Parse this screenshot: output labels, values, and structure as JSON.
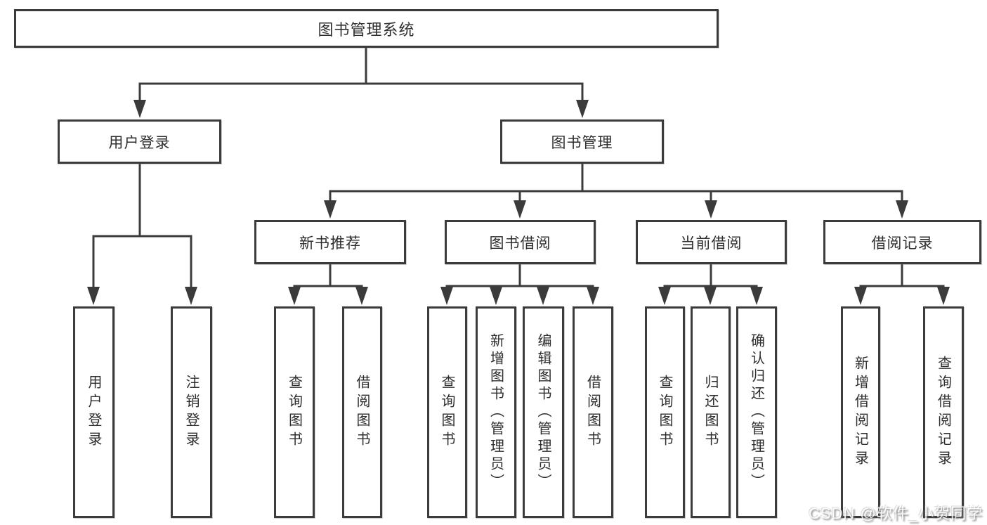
{
  "diagram": {
    "type": "hierarchy-diagram",
    "root": {
      "label": "图书管理系统"
    },
    "user_login": {
      "label": "用户登录",
      "children": [
        "用户登录",
        "注销登录"
      ]
    },
    "book_mgmt": {
      "label": "图书管理",
      "sections": {
        "new_books": {
          "label": "新书推荐",
          "children": [
            "查询图书",
            "借阅图书"
          ]
        },
        "borrowing": {
          "label": "图书借阅",
          "children": [
            "查询图书",
            "新增图书（管理员）",
            "编辑图书（管理员）",
            "借阅图书"
          ]
        },
        "current_borrow": {
          "label": "当前借阅",
          "children": [
            "查询图书",
            "归还图书",
            "确认归还（管理员）"
          ]
        },
        "records": {
          "label": "借阅记录",
          "children": [
            "新增借阅记录",
            "查询借阅记录"
          ]
        }
      }
    }
  },
  "watermark": "CSDN @软件_小贺同学",
  "colors": {
    "line": "#3b3b3b",
    "text": "#2e2e2e",
    "background": "#ffffff",
    "watermark": "#ffffff"
  }
}
